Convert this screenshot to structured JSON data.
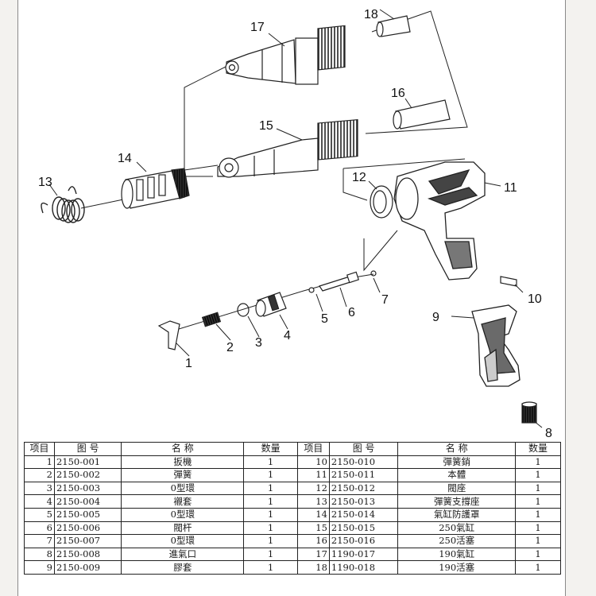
{
  "callouts": [
    "1",
    "2",
    "3",
    "4",
    "5",
    "6",
    "7",
    "8",
    "9",
    "10",
    "11",
    "12",
    "13",
    "14",
    "15",
    "16",
    "17",
    "18"
  ],
  "table": {
    "headers": [
      "项目",
      "图 号",
      "名 称",
      "数量",
      "项目",
      "图 号",
      "名 称",
      "数量"
    ],
    "left_rows": [
      {
        "item": "1",
        "code": "2150-001",
        "name": "扳機",
        "qty": "1"
      },
      {
        "item": "2",
        "code": "2150-002",
        "name": "彈簧",
        "qty": "1"
      },
      {
        "item": "3",
        "code": "2150-003",
        "name": "0型環",
        "qty": "1"
      },
      {
        "item": "4",
        "code": "2150-004",
        "name": "襯套",
        "qty": "1"
      },
      {
        "item": "5",
        "code": "2150-005",
        "name": "0型環",
        "qty": "1"
      },
      {
        "item": "6",
        "code": "2150-006",
        "name": "閥杆",
        "qty": "1"
      },
      {
        "item": "7",
        "code": "2150-007",
        "name": "0型環",
        "qty": "1"
      },
      {
        "item": "8",
        "code": "2150-008",
        "name": "進氣口",
        "qty": "1"
      },
      {
        "item": "9",
        "code": "2150-009",
        "name": "膠套",
        "qty": "1"
      }
    ],
    "right_rows": [
      {
        "item": "10",
        "code": "2150-010",
        "name": "彈簧銷",
        "qty": "1"
      },
      {
        "item": "11",
        "code": "2150-011",
        "name": "本體",
        "qty": "1"
      },
      {
        "item": "12",
        "code": "2150-012",
        "name": "閥座",
        "qty": "1"
      },
      {
        "item": "13",
        "code": "2150-013",
        "name": "彈簧支撐座",
        "qty": "1"
      },
      {
        "item": "14",
        "code": "2150-014",
        "name": "氣缸防護罩",
        "qty": "1"
      },
      {
        "item": "15",
        "code": "2150-015",
        "name": "250氣缸",
        "qty": "1"
      },
      {
        "item": "16",
        "code": "2150-016",
        "name": "250活塞",
        "qty": "1"
      },
      {
        "item": "17",
        "code": "1190-017",
        "name": "190氣缸",
        "qty": "1"
      },
      {
        "item": "18",
        "code": "1190-018",
        "name": "190活塞",
        "qty": "1"
      }
    ]
  }
}
